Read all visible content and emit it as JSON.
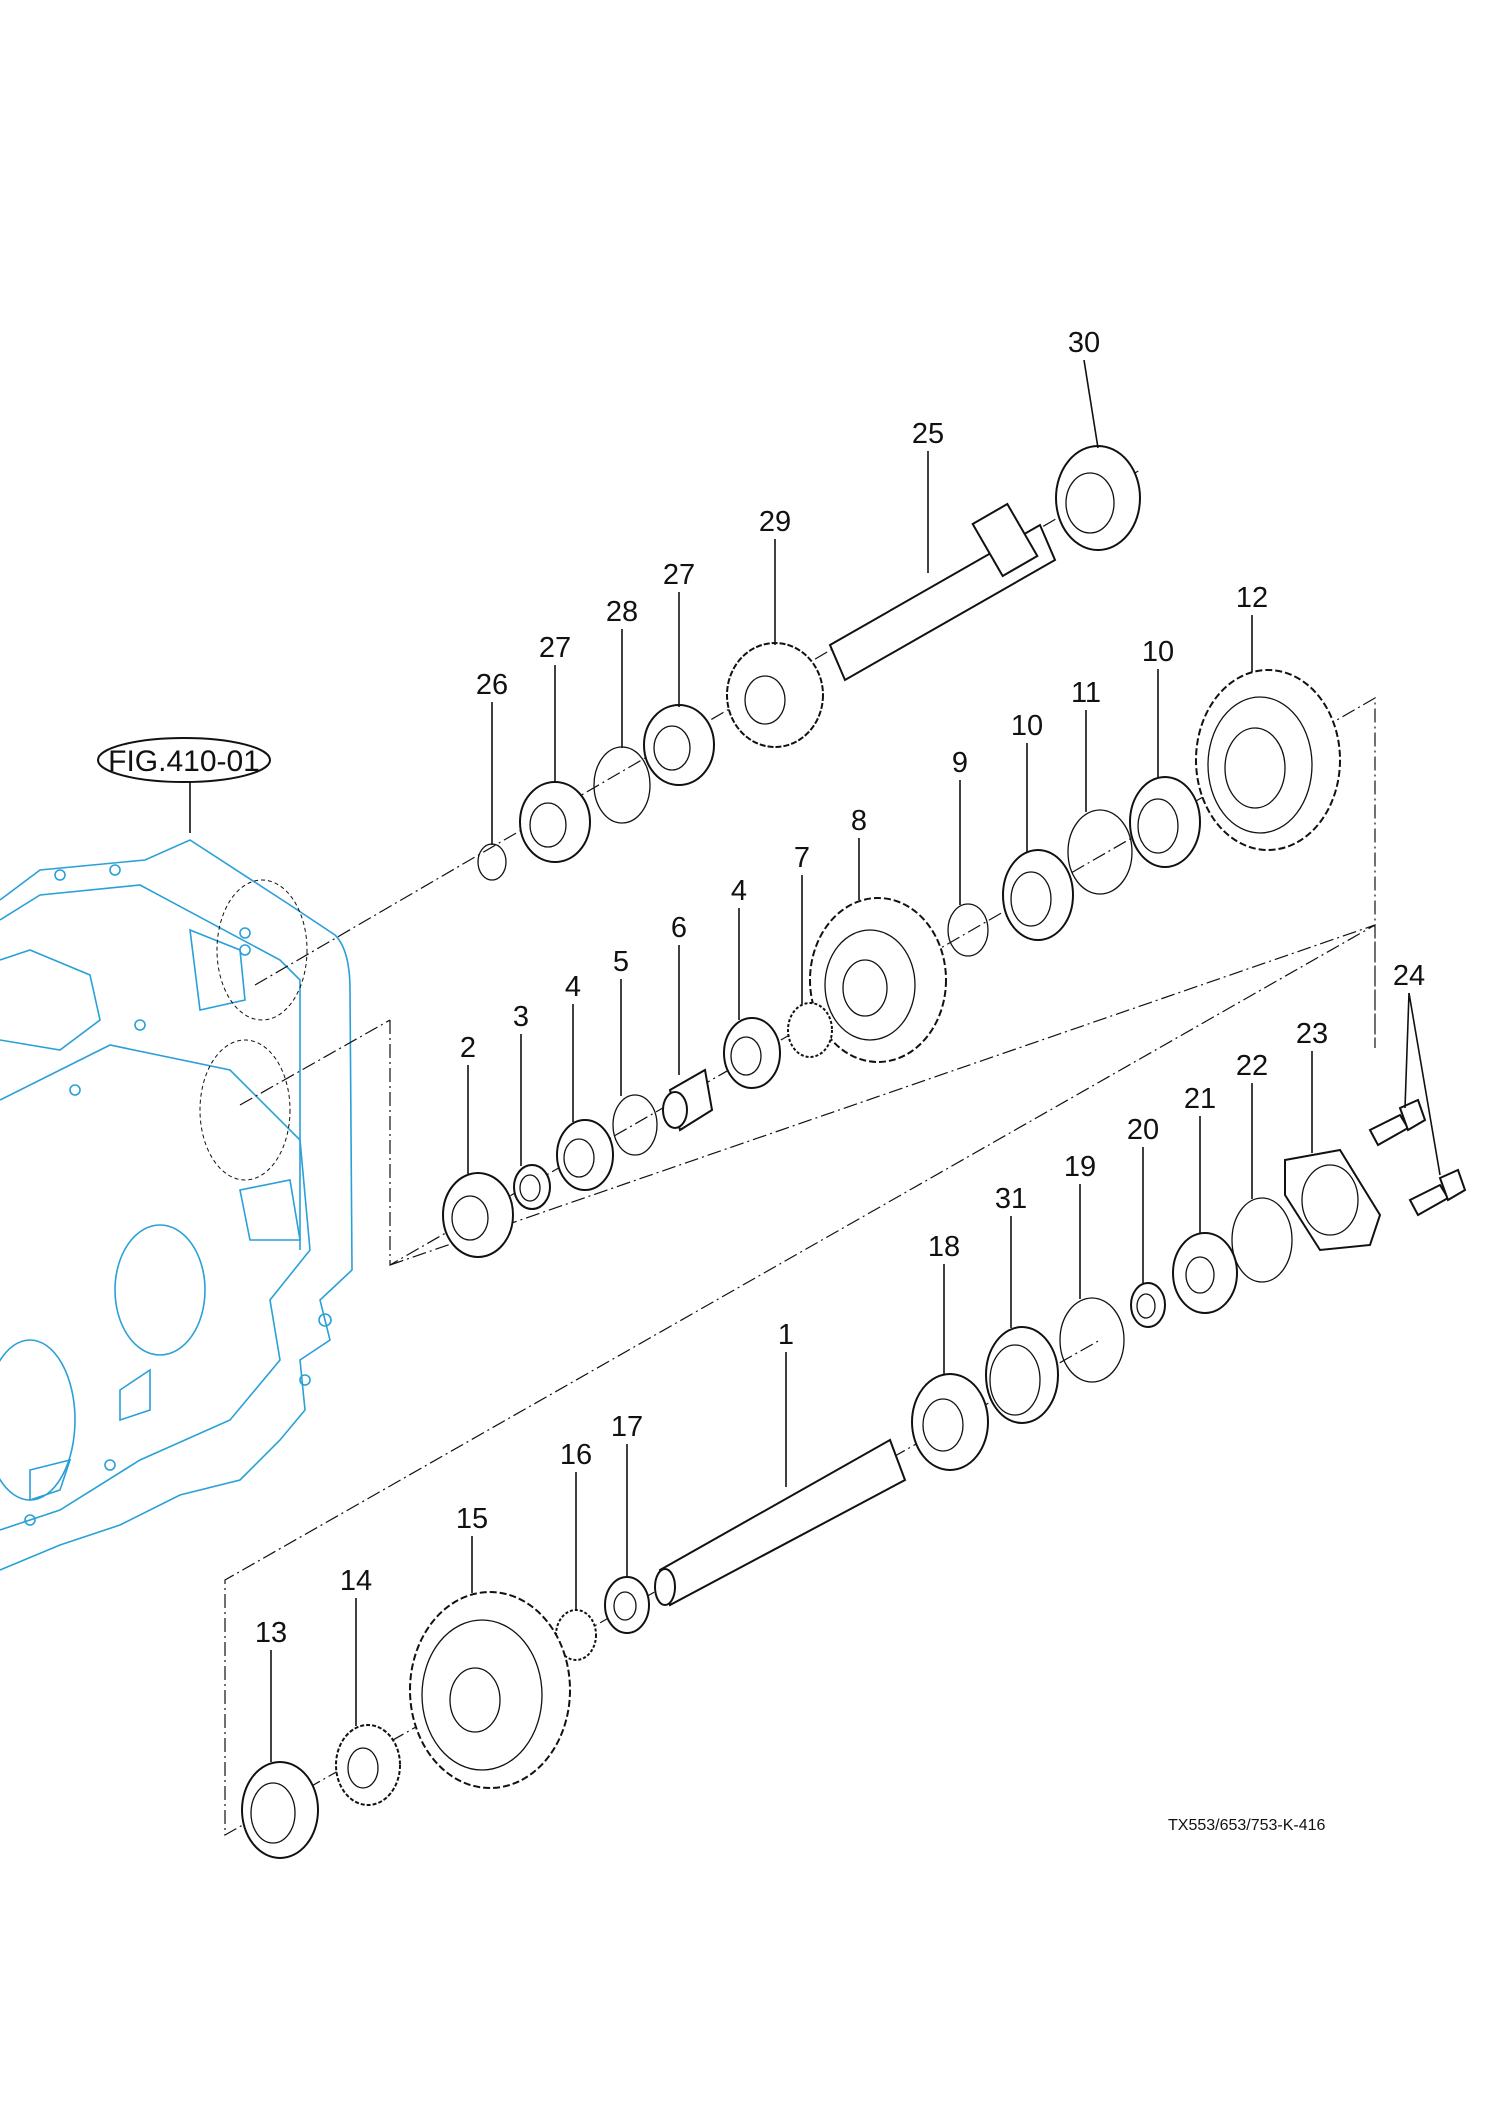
{
  "figure_reference": "FIG.410-01",
  "drawing_code": "TX553/653/753-K-416",
  "colors": {
    "housing": "#2aa0d8",
    "lines": "#111111"
  },
  "callouts": [
    "30",
    "25",
    "29",
    "27",
    "28",
    "27",
    "26",
    "12",
    "10",
    "11",
    "10",
    "9",
    "8",
    "7",
    "4",
    "6",
    "5",
    "4",
    "3",
    "2",
    "24",
    "23",
    "22",
    "21",
    "20",
    "19",
    "31",
    "18",
    "1",
    "17",
    "16",
    "15",
    "14",
    "13"
  ]
}
